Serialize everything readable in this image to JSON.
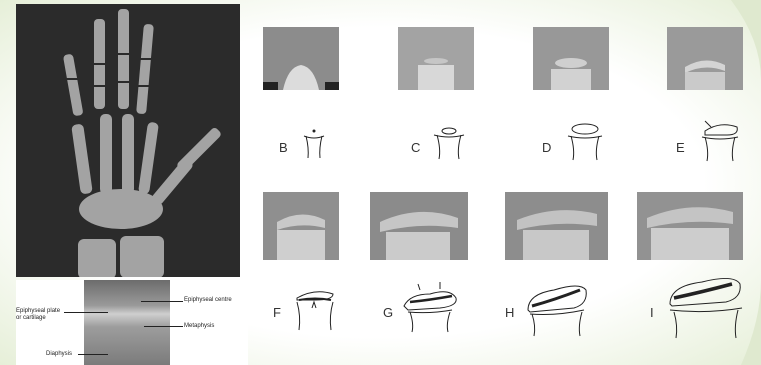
{
  "figure": {
    "labels": {
      "epiphyseal_centre": "Epiphyseal centre",
      "plate_line1": "Epiphyseal plate",
      "plate_line2": "or cartilage",
      "metaphysis": "Metaphysis",
      "diaphysis": "Diaphysis"
    },
    "stage_letters": [
      "B",
      "C",
      "D",
      "E",
      "F",
      "G",
      "H",
      "I"
    ]
  },
  "colors": {
    "xray_dark": "#2a2a2a",
    "ink": "#222222"
  }
}
